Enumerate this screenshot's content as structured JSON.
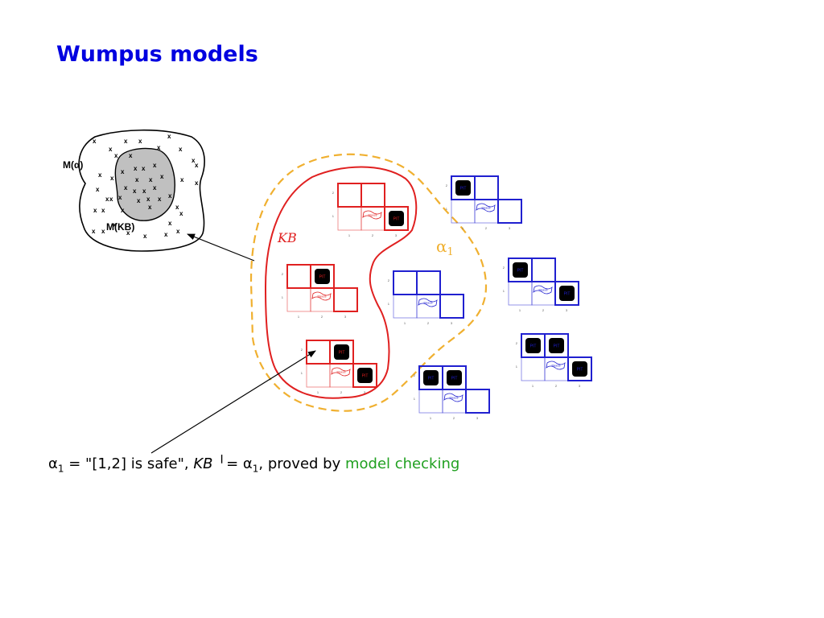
{
  "slide": {
    "title": "Wumpus models"
  },
  "venn": {
    "outer_label": "M(α)",
    "inner_label": "M(KB)",
    "mark": "x"
  },
  "regions": {
    "kb_label": "KB",
    "alpha_label": "α",
    "alpha_subscript": "1"
  },
  "grid": {
    "pit_label": "PIT",
    "breeze_label": "Breeze",
    "row_labels": [
      "2",
      "1"
    ],
    "col_labels": [
      "1",
      "2",
      "3"
    ]
  },
  "colors": {
    "title": "#0000e0",
    "kb_region": "#e02020",
    "alpha_region": "#f0b030",
    "kb_models": "#e02020",
    "other_models": "#2020d0",
    "highlight": "#20a020"
  },
  "caption": {
    "alpha": "α",
    "alpha_sub": "1",
    "eq_text": " = \"[1,2] is safe\", ",
    "kb": "KB",
    "entails": " ╵= ",
    "alpha2": "α",
    "alpha2_sub": "1",
    "middle": ", proved by ",
    "method": "model checking"
  },
  "models": [
    {
      "set": "kb",
      "pits": [
        [
          3,
          1
        ]
      ]
    },
    {
      "set": "kb",
      "pits": [
        [
          2,
          2
        ]
      ]
    },
    {
      "set": "kb",
      "pits": [
        [
          2,
          2
        ],
        [
          3,
          1
        ]
      ]
    },
    {
      "set": "alpha",
      "pits": []
    },
    {
      "set": "other",
      "pits": [
        [
          1,
          2
        ]
      ]
    },
    {
      "set": "other",
      "pits": [
        [
          1,
          2
        ],
        [
          3,
          1
        ]
      ]
    },
    {
      "set": "other",
      "pits": [
        [
          1,
          2
        ],
        [
          2,
          2
        ]
      ]
    },
    {
      "set": "other",
      "pits": [
        [
          1,
          2
        ],
        [
          2,
          2
        ],
        [
          3,
          1
        ]
      ]
    }
  ]
}
